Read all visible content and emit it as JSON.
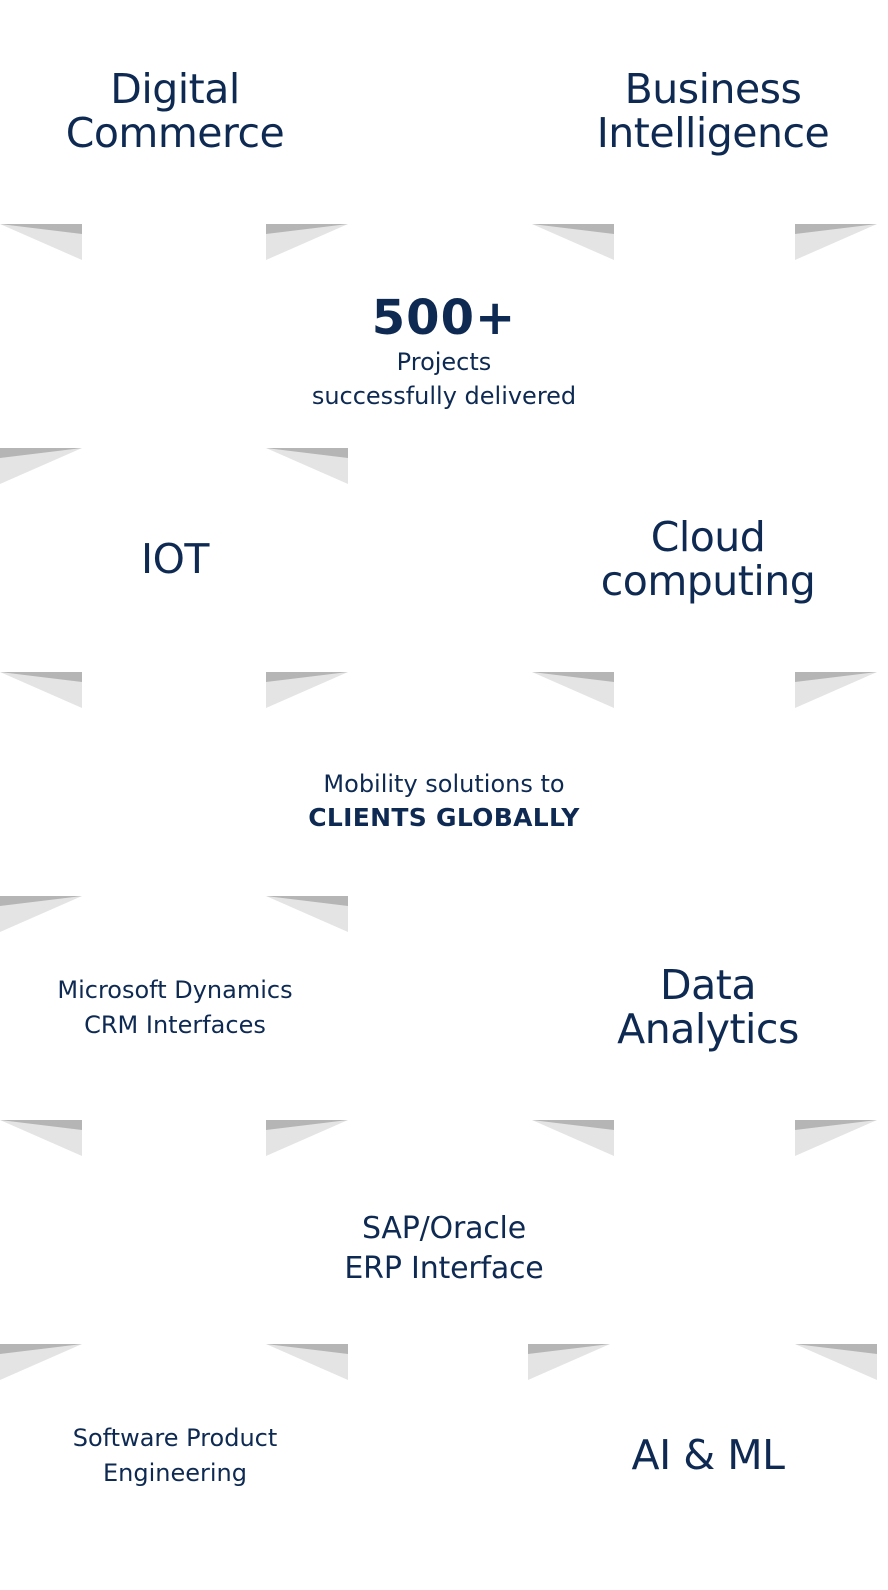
{
  "tiles": {
    "digital_commerce": [
      "Digital",
      "Commerce"
    ],
    "business_intelligence": [
      "Business",
      "Intelligence"
    ],
    "projects": {
      "number": "500+",
      "line1": "Projects",
      "line2": "successfully delivered"
    },
    "iot": "IOT",
    "cloud_computing": [
      "Cloud",
      "computing"
    ],
    "mobility": {
      "line1": "Mobility solutions to",
      "line2": "CLIENTS GLOBALLY"
    },
    "ms_dynamics": [
      "Microsoft Dynamics",
      "CRM Interfaces"
    ],
    "data_analytics": [
      "Data",
      "Analytics"
    ],
    "sap_oracle": [
      "SAP/Oracle",
      "ERP Interface"
    ],
    "software_product": [
      "Software Product",
      "Engineering"
    ],
    "ai_ml": "AI & ML"
  },
  "colors": {
    "text": "#0e2a52",
    "fold_light": "#e4e4e4",
    "fold_dark": "#b5b5b5"
  }
}
